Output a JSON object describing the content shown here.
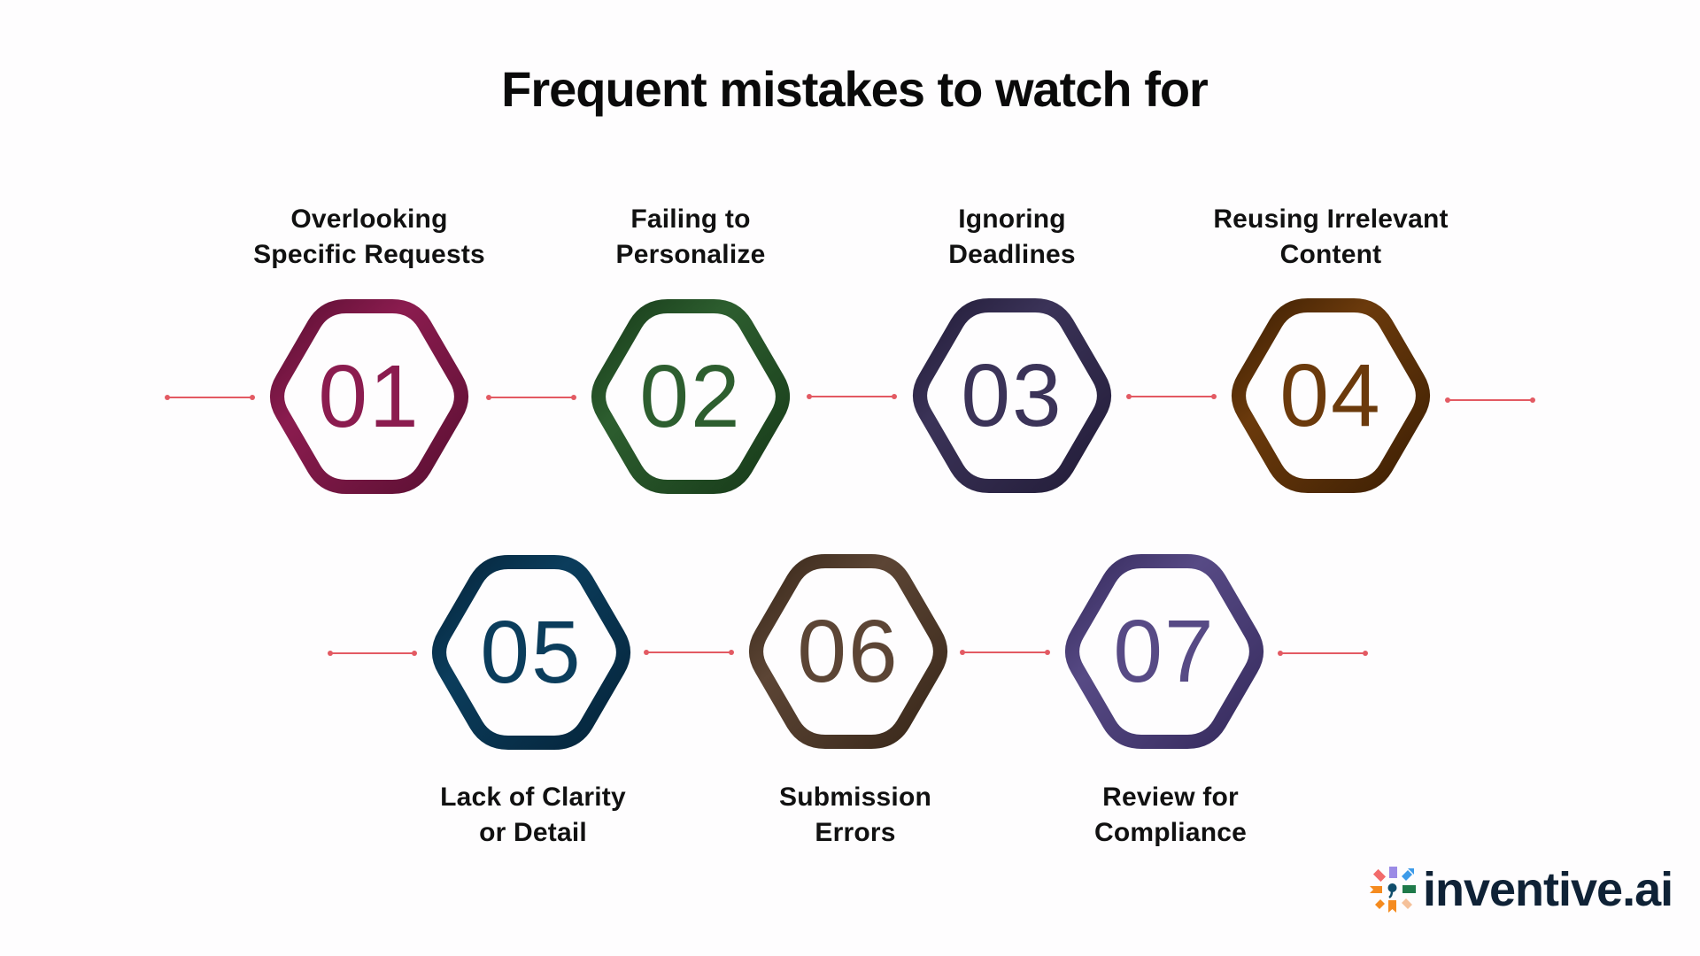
{
  "title": "Frequent mistakes to watch for",
  "steps": [
    {
      "number": "01",
      "label_line1": "Overlooking",
      "label_line2": "Specific Requests",
      "color": "#8b1c4f",
      "color_dark": "#5a0f32"
    },
    {
      "number": "02",
      "label_line1": "Failing to",
      "label_line2": "Personalize",
      "color": "#2d5e2f",
      "color_dark": "#173a19"
    },
    {
      "number": "03",
      "label_line1": "Ignoring",
      "label_line2": "Deadlines",
      "color": "#3b3358",
      "color_dark": "#221c38"
    },
    {
      "number": "04",
      "label_line1": "Reusing Irrelevant",
      "label_line2": "Content",
      "color": "#6b3a0c",
      "color_dark": "#3d1f03"
    },
    {
      "number": "05",
      "label_line1": "Lack of Clarity",
      "label_line2": "or Detail",
      "color": "#0b3d5c",
      "color_dark": "#05243a"
    },
    {
      "number": "06",
      "label_line1": "Submission",
      "label_line2": "Errors",
      "color": "#5c4535",
      "color_dark": "#382719"
    },
    {
      "number": "07",
      "label_line1": "Review for",
      "label_line2": "Compliance",
      "color": "#574a85",
      "color_dark": "#352a5c"
    }
  ],
  "connector_color": "#e35a63",
  "brand": {
    "name": "inventive.ai",
    "text_color": "#0f2236",
    "mark_colors": [
      "#f26b6b",
      "#9b8be6",
      "#3d9be9",
      "#f58b1f",
      "#1f7a4a",
      "#f5c19a",
      "#0f4d6b"
    ]
  }
}
